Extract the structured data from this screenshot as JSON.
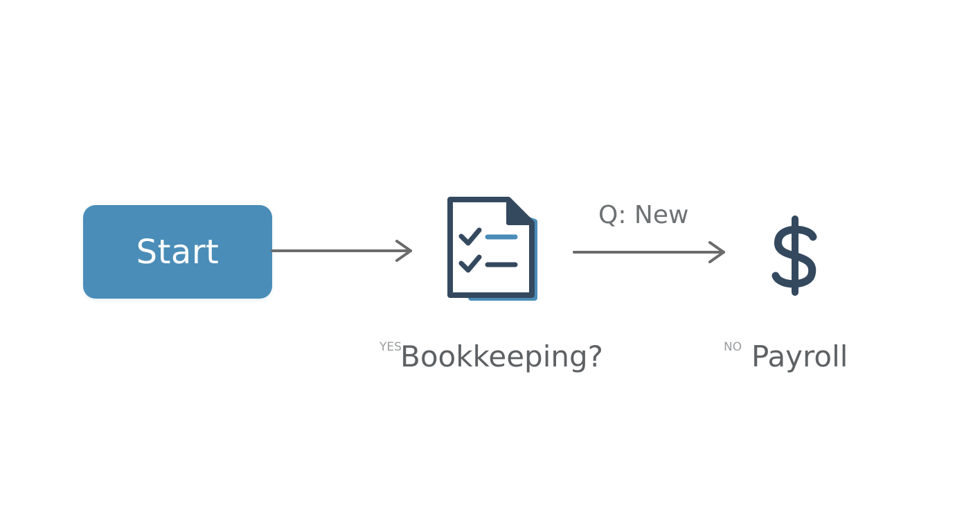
{
  "diagram": {
    "start": {
      "label": "Start"
    },
    "question_label": "Q:  New",
    "yes_label": "YES",
    "bookkeeping_label": "Bookkeeping?",
    "no_label": "NO",
    "payroll_label": "Payroll"
  },
  "icons": {
    "document": "checklist-document-icon",
    "dollar": "dollar-sign-icon"
  },
  "colors": {
    "start_fill": "#4a8db8",
    "start_text": "#ffffff",
    "icon_dark": "#34495e",
    "icon_accent": "#4a8db8",
    "arrow": "#6b6b6b",
    "label_text": "#5e6164",
    "small_label_text": "#9a9c9e"
  }
}
